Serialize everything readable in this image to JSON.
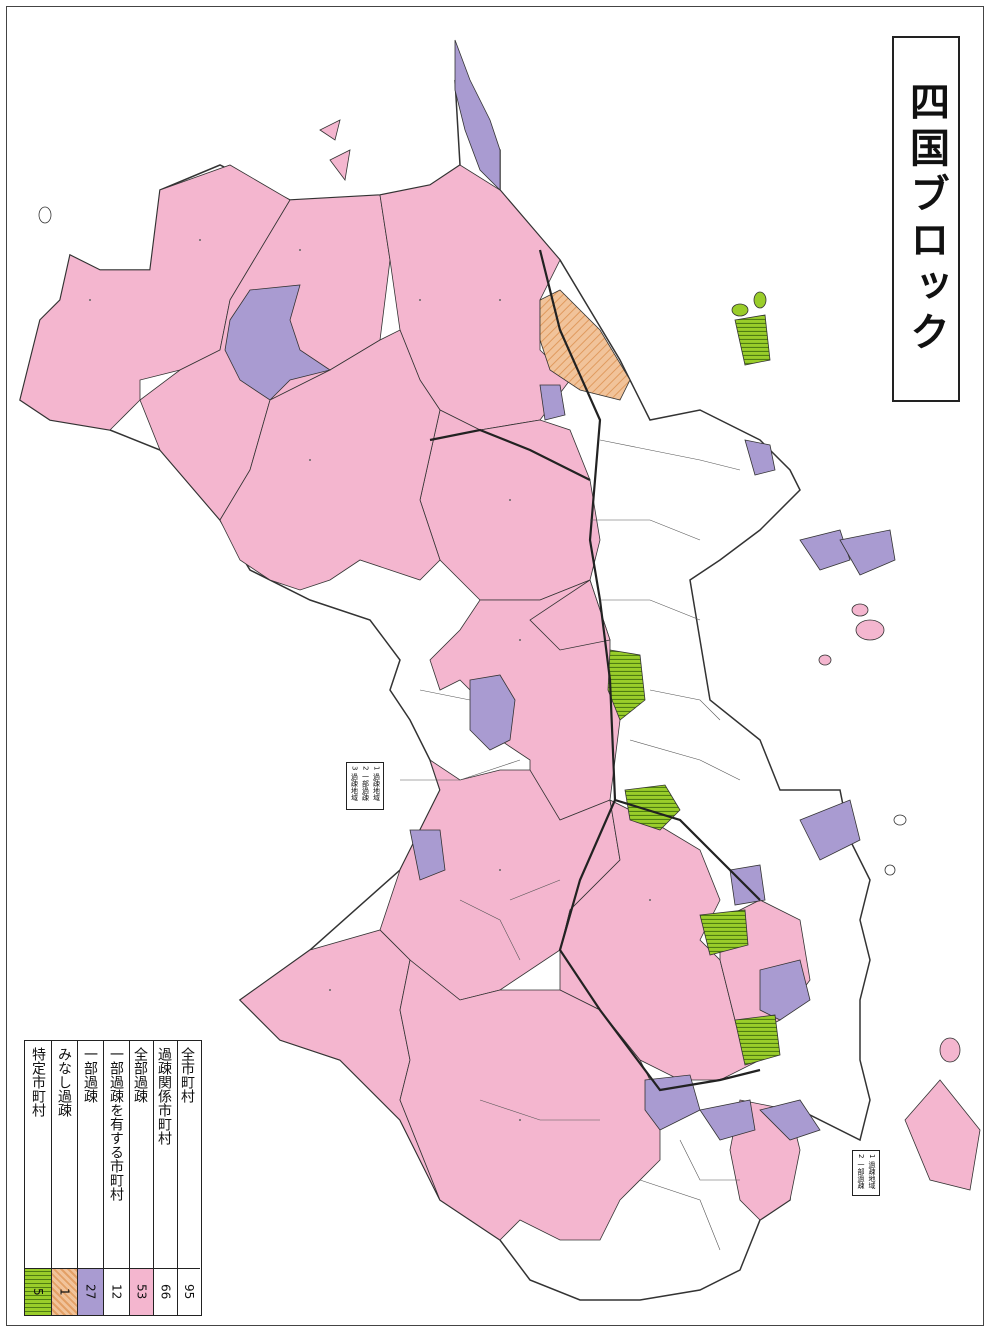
{
  "title": "四国ブロック",
  "legend": {
    "rows": [
      {
        "label": "全市町村",
        "count": "95",
        "swatch": "none"
      },
      {
        "label": "過疎関係市町村",
        "count": "66",
        "swatch": "none"
      },
      {
        "label": "全部過疎",
        "count": "53",
        "swatch": "pink"
      },
      {
        "label": "一部過疎を有する市町村",
        "count": "12",
        "swatch": "none"
      },
      {
        "label": "一部過疎",
        "count": "27",
        "swatch": "lavender"
      },
      {
        "label": "みなし過疎",
        "count": "1",
        "swatch": "orange-hatch"
      },
      {
        "label": "特定市町村",
        "count": "5",
        "swatch": "green-hatch"
      }
    ]
  },
  "boxes": {
    "left": [
      "1 過疎地域",
      "2 一部過疎",
      "3 過疎地域"
    ],
    "right": [
      "1 過疎地域",
      "2 一部過疎"
    ]
  },
  "colors": {
    "full_depop": "#f4b6cf",
    "partial_depop": "#a99bd1",
    "deemed_depop": "#f1c39a",
    "specified": "#9acd2a",
    "non_depop": "#ffffff",
    "boundary": "#333333"
  }
}
